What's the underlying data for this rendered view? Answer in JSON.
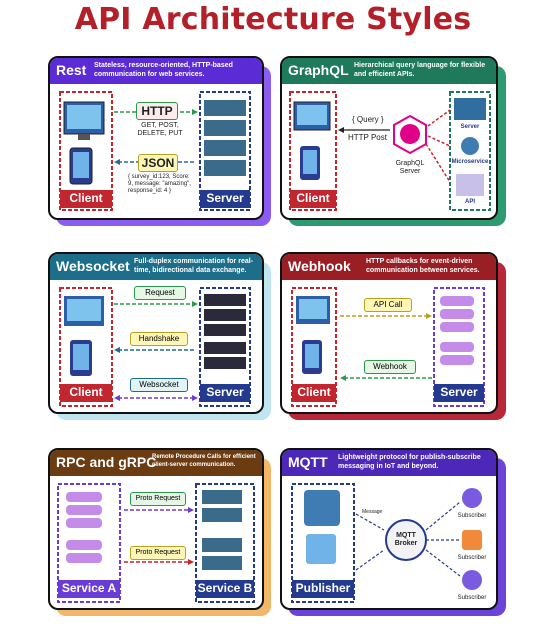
{
  "title": "API Architecture Styles",
  "rest": {
    "title": "Rest",
    "desc": "Stateless, resource-oriented, HTTP-based communication for web services.",
    "http": "HTTP",
    "methods": "GET, POST, DELETE, PUT",
    "json": "JSON",
    "json_body": "{ survey_id:123, Score: 9, message: \"amazing\", response_id: 4 }",
    "client": "Client",
    "server": "Server"
  },
  "graphql": {
    "title": "GraphQL",
    "desc": "Hierarchical query language for flexible and efficient APIs.",
    "query": "{ Query }",
    "http_post": "HTTP Post",
    "gql_server": "GraphQL Server",
    "server": "Server",
    "microservice": "Microservice",
    "api": "API",
    "client": "Client"
  },
  "websocket": {
    "title": "Websocket",
    "desc": "Full-duplex communication for real-time, bidirectional data exchange.",
    "request": "Request",
    "handshake": "Handshake",
    "websocket": "Websocket",
    "client": "Client",
    "server": "Server"
  },
  "webhook": {
    "title": "Webhook",
    "desc": "HTTP callbacks for event-driven communication between services.",
    "api_call": "API Call",
    "webhook": "Webhook",
    "client": "Client",
    "server": "Server"
  },
  "rpc": {
    "title": "RPC and gRPC",
    "desc": "Remote Procedure Calls for efficient client-server communication.",
    "proto1": "Proto Request",
    "proto2": "Proto Request",
    "service_a": "Service A",
    "service_b": "Service B"
  },
  "mqtt": {
    "title": "MQTT",
    "desc": "Lightweight protocol for publish-subscribe messaging in IoT and beyond.",
    "broker": "MQTT Broker",
    "publisher": "Publisher",
    "subscriber1": "Subscriber",
    "subscriber2": "Subscriber",
    "subscriber3": "Subscriber",
    "message": "Message"
  },
  "colors": {
    "title": "#b3202a",
    "rest": "#5b2bd6",
    "graphql": "#1e7a5a",
    "websocket": "#1d6e8a",
    "webhook": "#9a1f24",
    "rpc": "#6b3b12",
    "mqtt": "#4b28b8",
    "client_red": "#c2262e",
    "server_navy": "#243a8f"
  }
}
